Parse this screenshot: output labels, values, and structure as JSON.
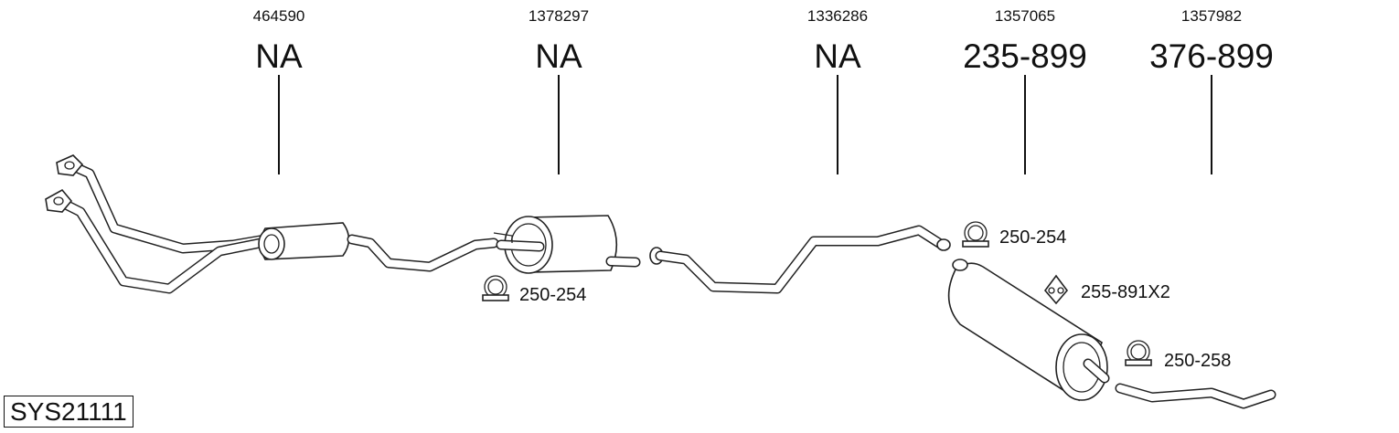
{
  "system_id": "SYS21111",
  "parts": [
    {
      "oem_number": "464590",
      "part_code": "NA"
    },
    {
      "oem_number": "1378297",
      "part_code": "NA"
    },
    {
      "oem_number": "1336286",
      "part_code": "NA"
    },
    {
      "oem_number": "1357065",
      "part_code": "235-899"
    },
    {
      "oem_number": "1357982",
      "part_code": "376-899"
    }
  ],
  "accessories": [
    {
      "label": "250-254",
      "icon": "pipe-clamp-icon"
    },
    {
      "label": "250-254",
      "icon": "pipe-clamp-icon"
    },
    {
      "label": "255-891X2",
      "icon": "rubber-hanger-icon"
    },
    {
      "label": "250-258",
      "icon": "pipe-clamp-icon"
    }
  ]
}
